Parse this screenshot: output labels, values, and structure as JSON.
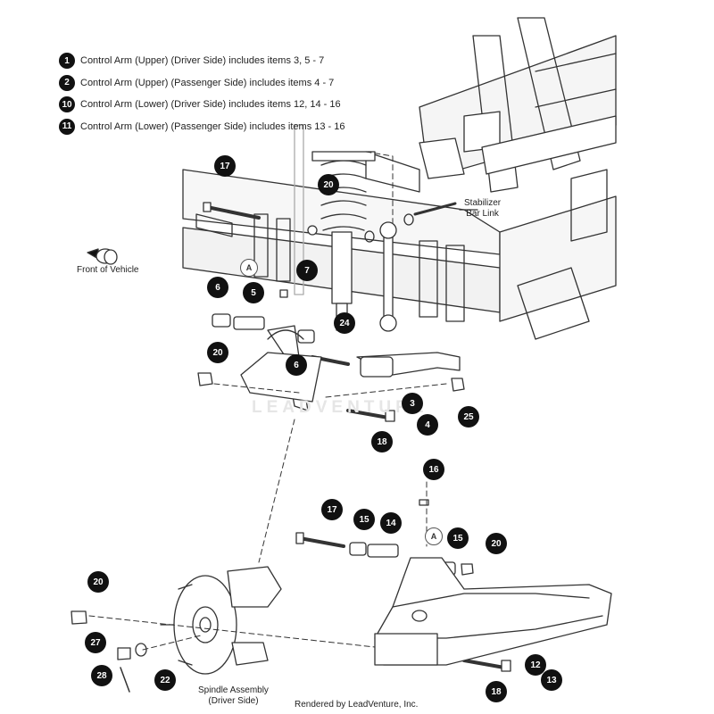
{
  "legend": [
    {
      "num": "1",
      "text": "Control Arm (Upper) (Driver Side) includes items 3, 5 - 7"
    },
    {
      "num": "2",
      "text": "Control Arm (Upper) (Passenger Side) includes items 4 - 7"
    },
    {
      "num": "10",
      "text": "Control Arm (Lower) (Driver Side) includes items 12, 14 - 16"
    },
    {
      "num": "11",
      "text": "Control Arm (Lower) (Passenger Side) includes items 13 - 16"
    }
  ],
  "callouts": [
    "17",
    "20",
    "7",
    "6",
    "5",
    "24",
    "20",
    "6",
    "3",
    "4",
    "25",
    "18",
    "16",
    "17",
    "15",
    "14",
    "15",
    "20",
    "20",
    "27",
    "22",
    "28",
    "12",
    "13",
    "18"
  ],
  "refs": [
    "A",
    "A"
  ],
  "labels": {
    "stabilizer": "Stabilizer\nBar Link",
    "front": "Front of Vehicle",
    "spindle": "Spindle Assembly\n(Driver Side)"
  },
  "watermark": "LEADVENTURE",
  "credit": "Rendered by LeadVenture, Inc."
}
